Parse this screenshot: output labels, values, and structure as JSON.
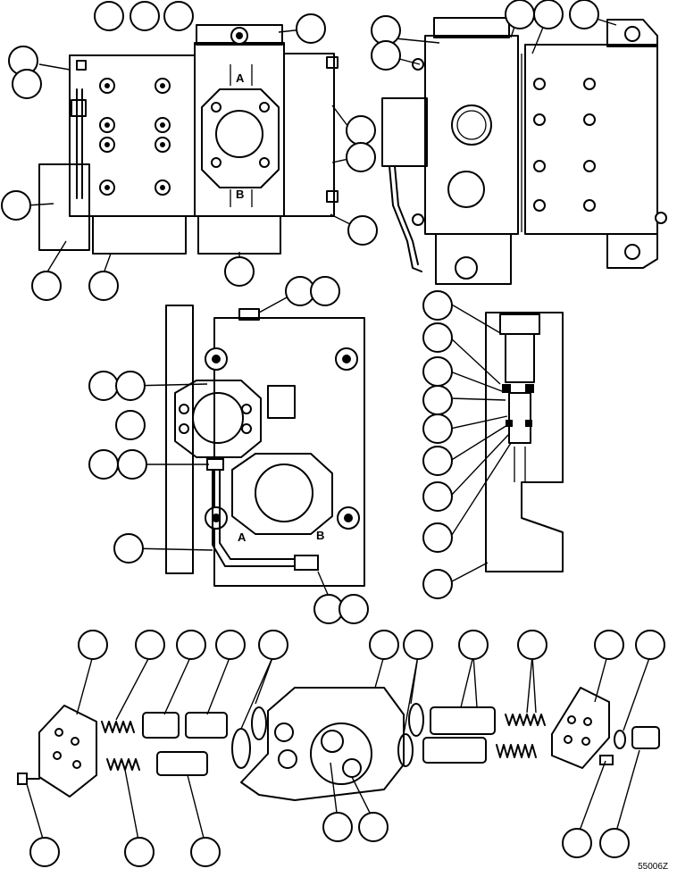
{
  "figure": {
    "drawing_number": "55006Z"
  },
  "port_labels": {
    "top_view_a": "A",
    "top_view_b": "B",
    "side_view_a": "A",
    "side_view_b": "B"
  },
  "icons": {
    "callout": "blank-callout-circle",
    "fitting": "hex-fitting-icon",
    "bolt": "bolt-head-icon"
  }
}
